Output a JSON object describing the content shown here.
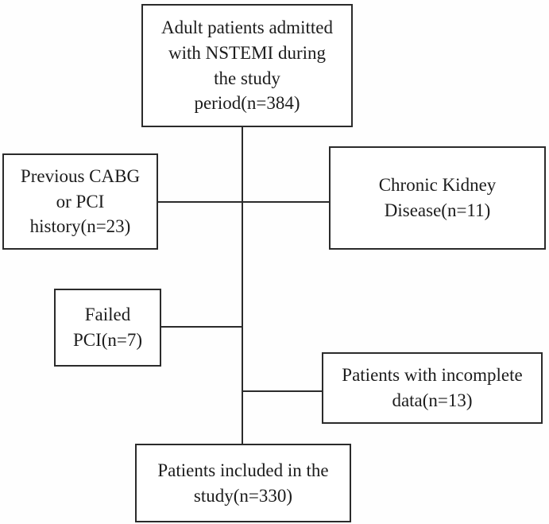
{
  "diagram": {
    "type": "study-flowchart",
    "colors": {
      "line": "#2b2b2b",
      "text": "#1c1c1c",
      "background": "#ffffff"
    },
    "boxes": {
      "admitted": {
        "lines": [
          "Adult patients admitted",
          "with NSTEMI during",
          "the study",
          "period(n=384)"
        ]
      },
      "previous_cabg": {
        "lines": [
          "Previous CABG",
          "or PCI",
          "history(n=23)"
        ]
      },
      "ckd": {
        "lines": [
          "Chronic Kidney",
          "Disease(n=11)"
        ]
      },
      "failed_pci": {
        "lines": [
          "Failed",
          "PCI(n=7)"
        ]
      },
      "incomplete_data": {
        "lines": [
          "Patients with incomplete",
          "data(n=13)"
        ]
      },
      "included": {
        "lines": [
          "Patients included in the",
          "study(n=330)"
        ]
      }
    },
    "connectors": [
      "admitted -> included (vertical spine)",
      "previous_cabg - spine - ckd",
      "failed_pci - spine",
      "spine - incomplete_data"
    ]
  }
}
